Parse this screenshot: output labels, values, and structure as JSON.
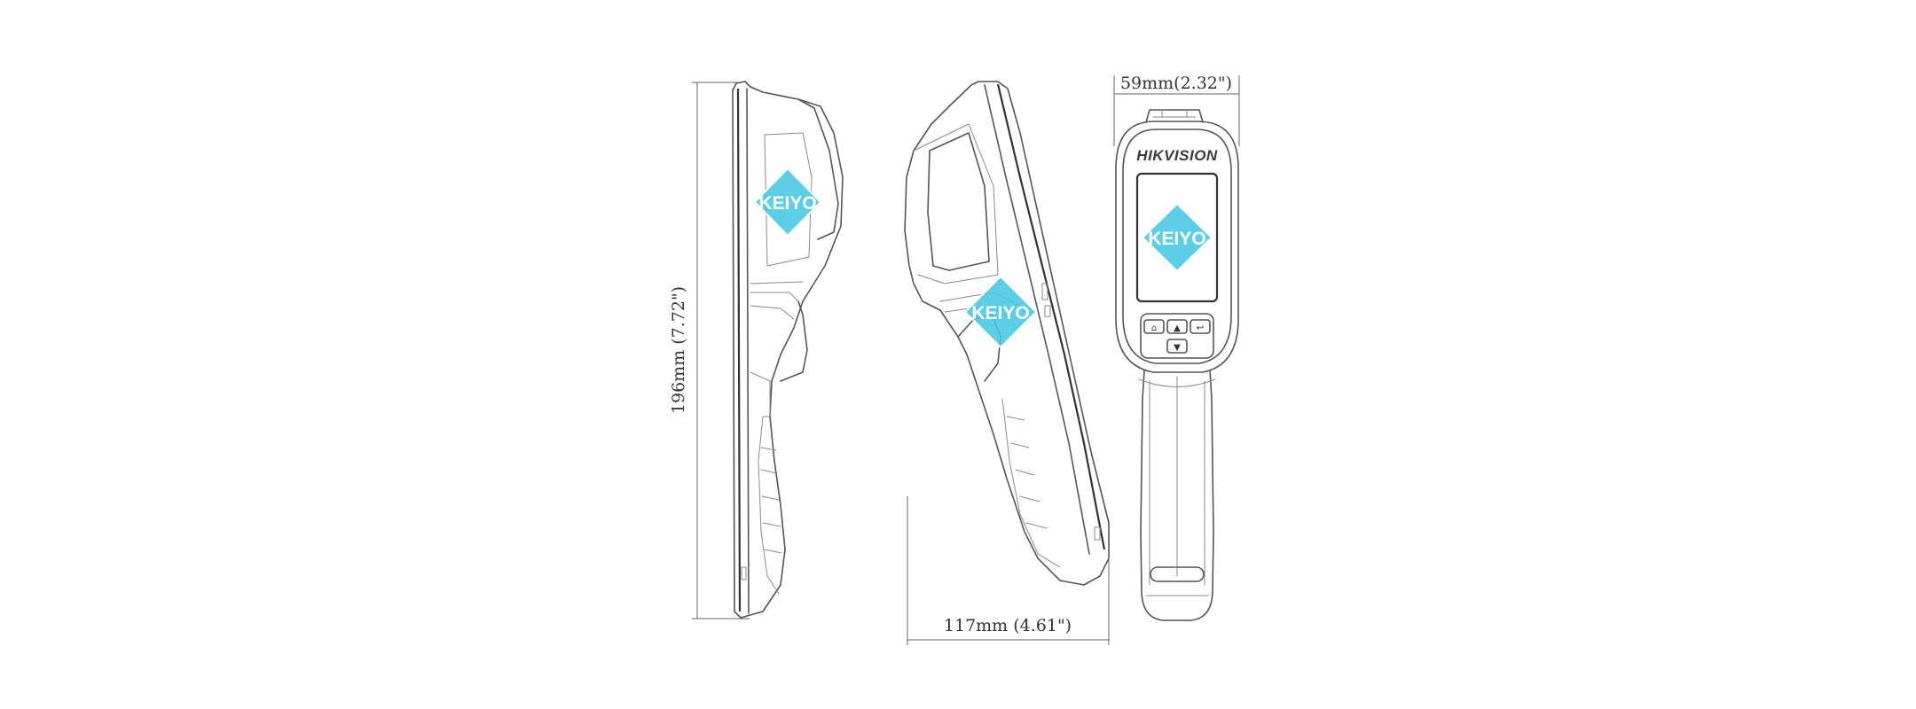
{
  "dimensions": {
    "height_label": "196mm (7.72\")",
    "depth_label": "117mm (4.61\")",
    "width_label": "59mm(2.32\")"
  },
  "brand": {
    "name": "HIKVISION"
  },
  "watermark": {
    "text": "KEIYO",
    "color": "#3fc7e3"
  },
  "buttons": {
    "capture_glyph": "⌂",
    "up_glyph": "▲",
    "back_glyph": "↩",
    "down_glyph": "▼"
  }
}
